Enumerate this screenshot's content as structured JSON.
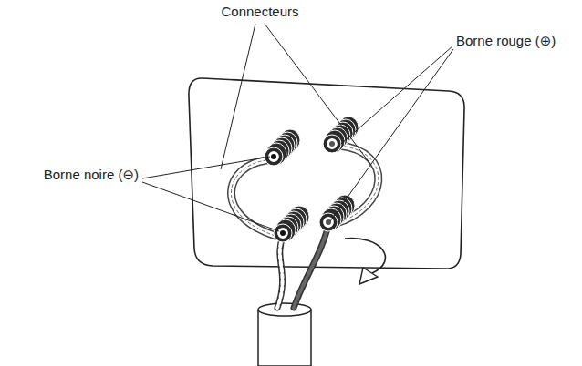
{
  "diagram": {
    "labels": [
      "Connecteurs",
      "Borne rouge (⊕)",
      "Borne noire (⊖)"
    ]
  }
}
